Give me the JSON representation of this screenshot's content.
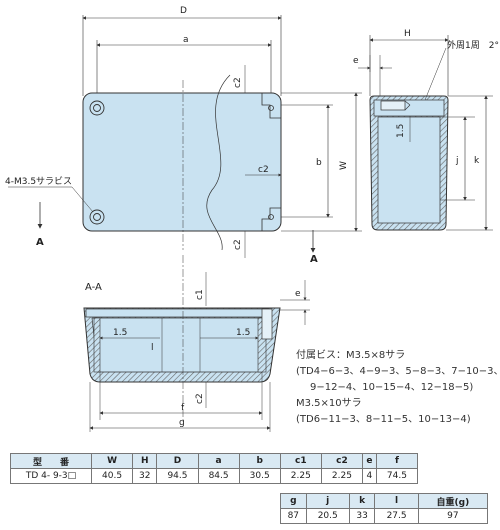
{
  "labels": {
    "D": "D",
    "a": "a",
    "H": "H",
    "e": "e",
    "gaibu": "外周1周　2°",
    "c2": "c2",
    "b": "b",
    "W": "W",
    "j": "j",
    "k": "k",
    "l": "l",
    "one_five": "1.5",
    "screw": "4-M3.5サラビス",
    "A": "A",
    "AA": "A-A",
    "c1": "c1",
    "f": "f",
    "g": "g"
  },
  "notes": {
    "line1": "付属ビス：M3.5×8サラ",
    "line2": "(TD4−6−3、4−9−3、5−8−3、7−10−3、",
    "line3": "9−12−4、10−15−4、12−18−5)",
    "line4": "M3.5×10サラ",
    "line5": "(TD6−11−3、8−11−5、10−13−4)"
  },
  "table1": {
    "headers": [
      "型　　番",
      "W",
      "H",
      "D",
      "a",
      "b",
      "c1",
      "c2",
      "e",
      "f"
    ],
    "row": [
      "TD 4- 9-3□",
      "40.5",
      "32",
      "94.5",
      "84.5",
      "30.5",
      "2.25",
      "2.25",
      "4",
      "74.5"
    ]
  },
  "table2": {
    "headers": [
      "g",
      "j",
      "k",
      "l",
      "自重(g)"
    ],
    "row": [
      "87",
      "20.5",
      "33",
      "27.5",
      "97"
    ]
  },
  "colors": {
    "body": "#c9e2f1",
    "outline": "#333333",
    "hatch": "#777777"
  }
}
